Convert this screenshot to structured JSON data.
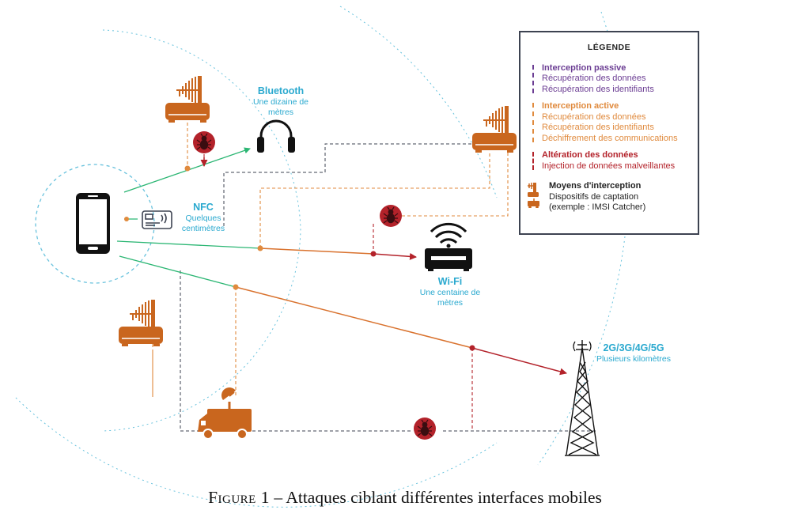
{
  "labels": {
    "bluetooth": {
      "title": "Bluetooth",
      "sub": "Une dizaine de mètres"
    },
    "nfc": {
      "title": "NFC",
      "sub": "Quelques centimètres"
    },
    "wifi": {
      "title": "Wi-Fi",
      "sub": "Une centaine de mètres"
    },
    "cellular": {
      "title": "2G/3G/4G/5G",
      "sub": "Plusieurs kilomètres"
    }
  },
  "legend": {
    "title": "LÉGENDE",
    "passive": {
      "heading": "Interception passive",
      "items": [
        "Récupération des données",
        "Récupération des identifiants"
      ]
    },
    "active": {
      "heading": "Interception active",
      "items": [
        "Récupération des données",
        "Récupération des identifiants",
        "Déchiffrement des communications"
      ]
    },
    "alteration": {
      "heading": "Altération des données",
      "items": [
        "Injection de données malveillantes"
      ]
    },
    "means": {
      "heading": "Moyens d'interception",
      "items": [
        "Dispositifs de captation",
        "(exemple : IMSI Catcher)"
      ]
    }
  },
  "caption": {
    "figure": "Figure 1",
    "separator": "–",
    "text": "Attaques ciblant différentes interfaces mobiles"
  },
  "colors": {
    "green": "#2bb673",
    "orange": "#d9722e",
    "red": "#b3222a",
    "purple": "#6b3d93",
    "dark": "#3d4351",
    "cyan": "#2aa9cf",
    "device": "#c9661e",
    "black": "#111111"
  },
  "icons": [
    "smartphone-icon",
    "nfc-card-icon",
    "headphones-icon",
    "wifi-router-icon",
    "cell-tower-icon",
    "van-icon",
    "antenna-device-icon",
    "bug-icon"
  ]
}
